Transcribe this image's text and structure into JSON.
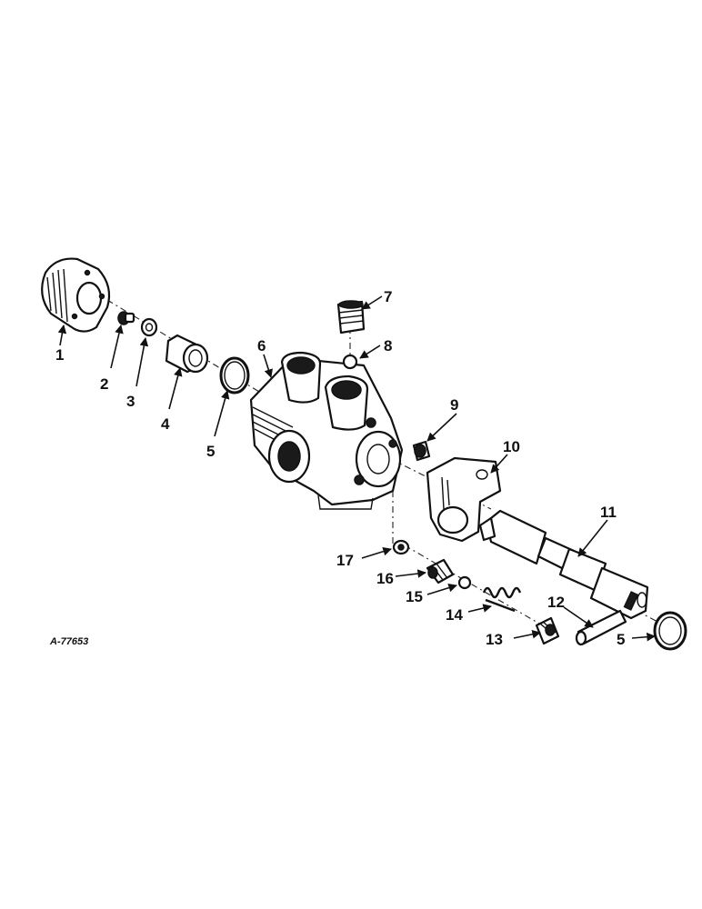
{
  "figure_ref": "A-77653",
  "callouts": {
    "c1": "1",
    "c2": "2",
    "c3": "3",
    "c4": "4",
    "c5a": "5",
    "c5b": "5",
    "c6": "6",
    "c7": "7",
    "c8": "8",
    "c9": "9",
    "c10": "10",
    "c11": "11",
    "c12": "12",
    "c13": "13",
    "c14": "14",
    "c15": "15",
    "c16": "16",
    "c17": "17"
  }
}
